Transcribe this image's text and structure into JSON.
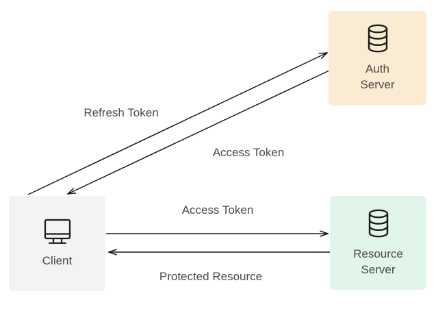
{
  "diagram": {
    "nodes": [
      {
        "id": "auth-server",
        "label": "Auth Server",
        "icon": "database-icon",
        "bg": "#f9ecd3"
      },
      {
        "id": "client",
        "label": "Client",
        "icon": "monitor-icon",
        "bg": "#f3f3f3"
      },
      {
        "id": "resource-server",
        "label": "Resource Server",
        "icon": "database-icon",
        "bg": "#e2f5eb"
      }
    ],
    "edges": [
      {
        "from": "client",
        "to": "auth-server",
        "label": "Refresh Token"
      },
      {
        "from": "auth-server",
        "to": "client",
        "label": "Access Token"
      },
      {
        "from": "client",
        "to": "resource-server",
        "label": "Access Token"
      },
      {
        "from": "resource-server",
        "to": "client",
        "label": "Protected Resource"
      }
    ],
    "colors": {
      "auth_server_bg": "#f9ecd3",
      "client_bg": "#f3f3f3",
      "resource_server_bg": "#e2f5eb",
      "text": "#4a4a4a",
      "arrow": "#1a1a1a"
    }
  }
}
